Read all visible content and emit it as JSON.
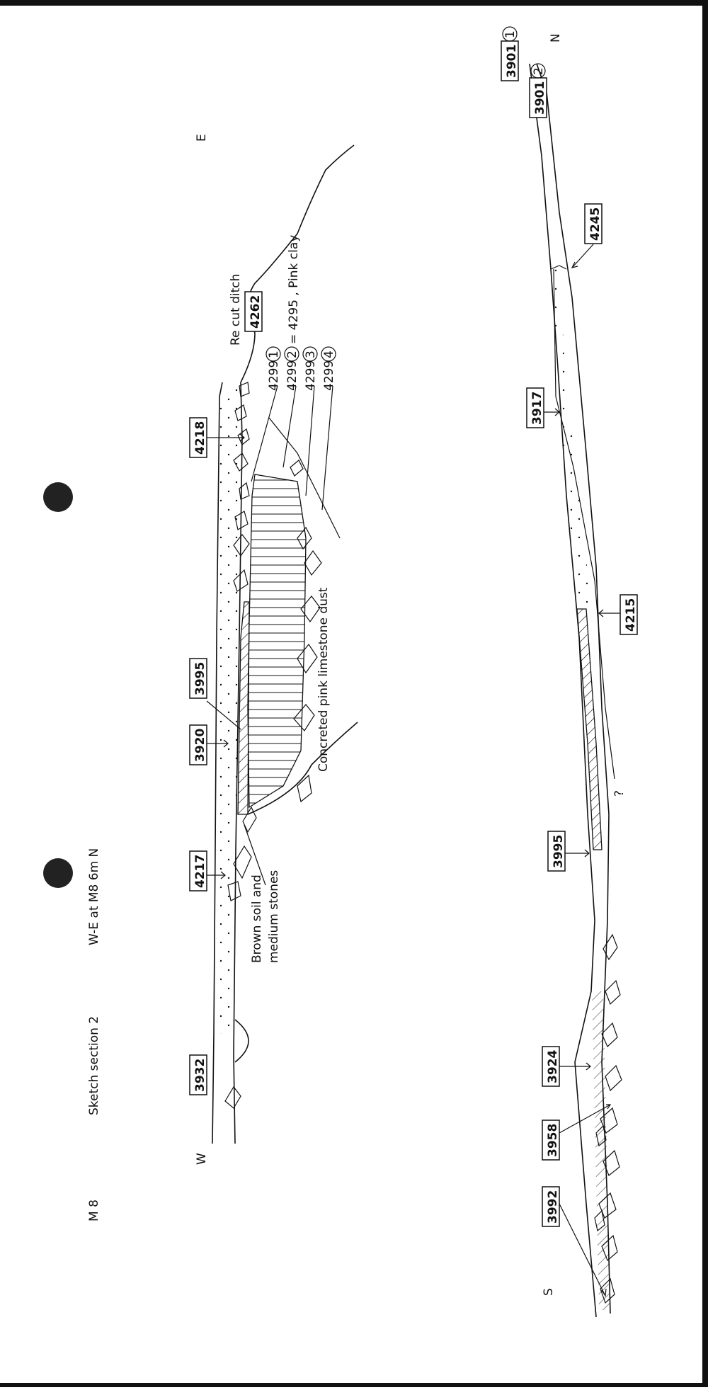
{
  "heading": {
    "site": "M 8",
    "title": "Sketch  section 2",
    "orientation": "W-E  at  M8   6m  N"
  },
  "upper_section": {
    "direction_left": "W",
    "direction_right": "E",
    "contexts": [
      "3932",
      "4217",
      "3920",
      "3995",
      "4218",
      "4262"
    ],
    "recut_label": "Re cut ditch",
    "layers": [
      {
        "ctx": "4299",
        "num": "1",
        "note": ""
      },
      {
        "ctx": "4299",
        "num": "2",
        "note": "= 4295 , Pink clay"
      },
      {
        "ctx": "4299",
        "num": "3",
        "note": ""
      },
      {
        "ctx": "4299",
        "num": "4",
        "note": ""
      }
    ],
    "note_brown_1": "Brown soil  and",
    "note_brown_2": "medium  stones",
    "note_dust": "Concreted  pink  limestone dust"
  },
  "lower_section": {
    "direction_left": "S",
    "direction_right": "N",
    "contexts": [
      "3992",
      "3958",
      "3924",
      "3995",
      "4215",
      "3917",
      "4245"
    ],
    "top_layers": [
      {
        "ctx": "3901",
        "num": "1"
      },
      {
        "ctx": "3901",
        "num": "2"
      }
    ],
    "question_mark": "?"
  }
}
